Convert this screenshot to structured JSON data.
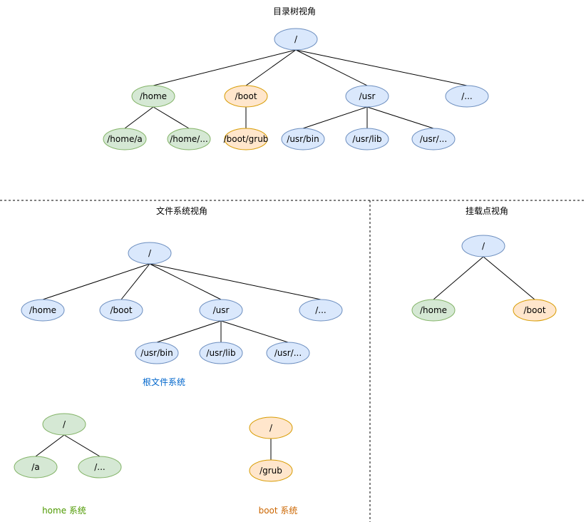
{
  "colors": {
    "blue_fill": "#dae8fc",
    "blue_stroke": "#6c8ebf",
    "green_fill": "#d5e8d4",
    "green_stroke": "#82b366",
    "orange_fill": "#ffe6cc",
    "orange_stroke": "#d79b00",
    "caption_blue": "#0066cc",
    "caption_green": "#4d9900",
    "caption_orange": "#cc6600"
  },
  "titles": {
    "directory_tree": "目录树视角",
    "filesystem": "文件系统视角",
    "mount_point": "挂载点视角"
  },
  "captions": {
    "root_fs": "根文件系统",
    "home_fs": "home 系统",
    "boot_fs": "boot 系统"
  },
  "trees": {
    "directory": {
      "root": "/",
      "children": [
        "/home",
        "/boot",
        "/usr",
        "/..."
      ],
      "home_children": [
        "/home/a",
        "/home/..."
      ],
      "boot_children": [
        "/boot/grub"
      ],
      "usr_children": [
        "/usr/bin",
        "/usr/lib",
        "/usr/..."
      ]
    },
    "root_fs": {
      "root": "/",
      "children": [
        "/home",
        "/boot",
        "/usr",
        "/..."
      ],
      "usr_children": [
        "/usr/bin",
        "/usr/lib",
        "/usr/..."
      ]
    },
    "home_fs": {
      "root": "/",
      "children": [
        "/a",
        "/..."
      ]
    },
    "boot_fs": {
      "root": "/",
      "children": [
        "/grub"
      ]
    },
    "mount": {
      "root": "/",
      "children": [
        "/home",
        "/boot"
      ]
    }
  }
}
